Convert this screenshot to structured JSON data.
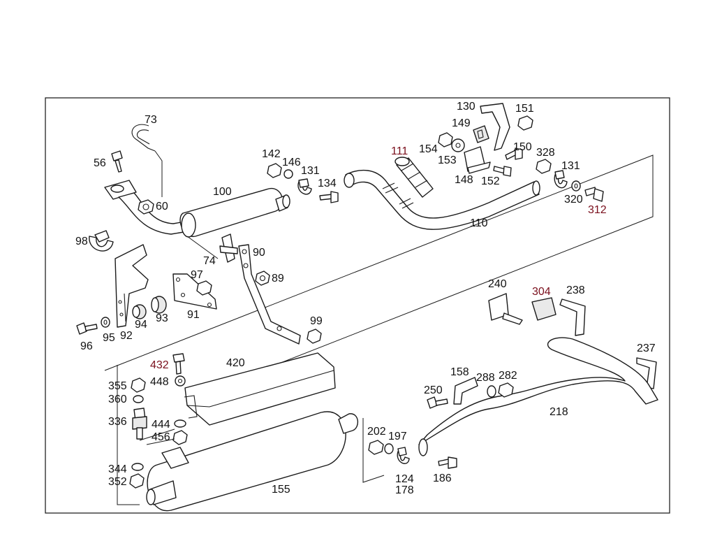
{
  "diagram": {
    "labels": {
      "l73": "73",
      "l56": "56",
      "l60": "60",
      "l100": "100",
      "l98": "98",
      "l74": "74",
      "l90": "90",
      "l89": "89",
      "l97": "97",
      "l91": "91",
      "l92": "92",
      "l93": "93",
      "l94": "94",
      "l95": "95",
      "l96": "96",
      "l99": "99",
      "l142": "142",
      "l146": "146",
      "l131a": "131",
      "l134": "134",
      "l111": "111",
      "l110": "110",
      "l130": "130",
      "l149": "149",
      "l151": "151",
      "l154": "154",
      "l150": "150",
      "l153": "153",
      "l148": "148",
      "l152": "152",
      "l328": "328",
      "l131b": "131",
      "l320": "320",
      "l312": "312",
      "l240": "240",
      "l304": "304",
      "l238": "238",
      "l237": "237",
      "l432": "432",
      "l420": "420",
      "l355": "355",
      "l448": "448",
      "l360": "360",
      "l336": "336",
      "l444": "444",
      "l456": "456",
      "l344": "344",
      "l352": "352",
      "l155": "155",
      "l202": "202",
      "l197": "197",
      "l124": "124",
      "l178": "178",
      "l158": "158",
      "l288": "288",
      "l282": "282",
      "l250": "250",
      "l218": "218",
      "l186": "186"
    },
    "colors": {
      "label_dark": "#111111",
      "label_red": "#7a0f1c",
      "line": "#1a1a1a"
    }
  }
}
